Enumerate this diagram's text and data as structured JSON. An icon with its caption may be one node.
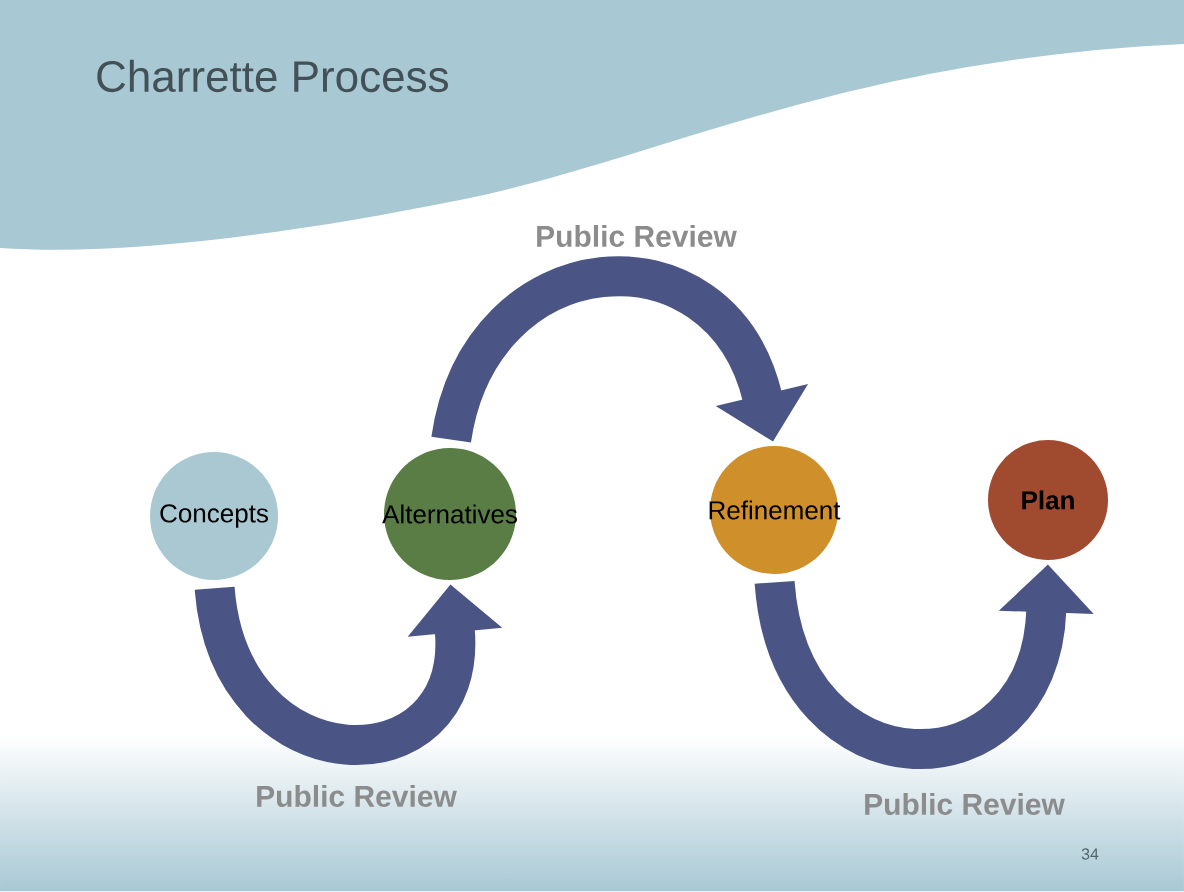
{
  "diagram": {
    "title": "Charrette Process",
    "nodes": [
      {
        "text": [
          "Concepts"
        ]
      },
      {
        "text": [
          "Alternatives"
        ]
      },
      {
        "text": [
          "Refinement"
        ]
      },
      {
        "text": [
          "Plan"
        ]
      }
    ],
    "edges": [
      {
        "from": 0,
        "to": 1,
        "arrow": "to",
        "label": "Public Review"
      },
      {
        "from": 1,
        "to": 2,
        "arrow": "to",
        "label": "Public Review"
      },
      {
        "from": 2,
        "to": 3,
        "arrow": "to",
        "label": "Public Review"
      }
    ],
    "labels": [
      "34"
    ]
  }
}
